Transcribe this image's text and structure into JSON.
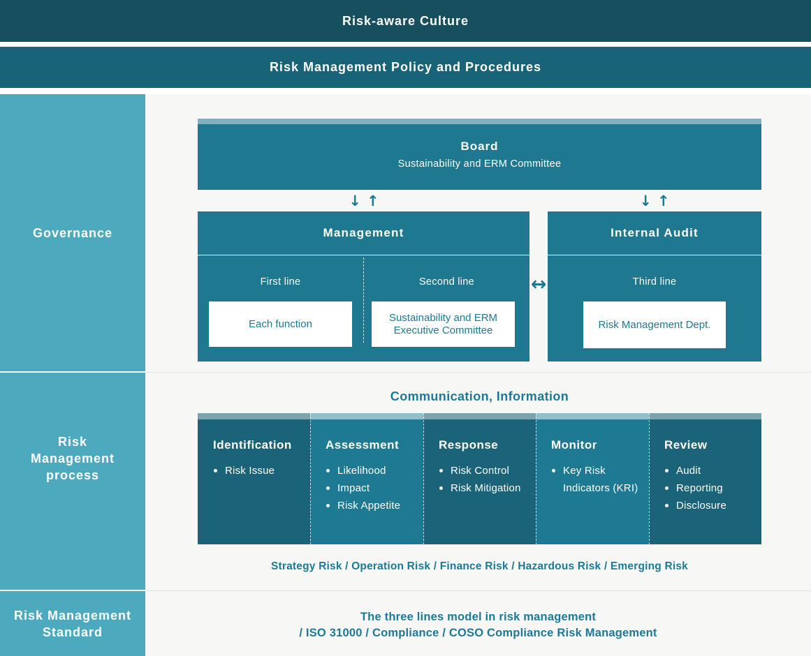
{
  "colors": {
    "top_bar": "#174f5e",
    "policy_bar": "#186377",
    "sidebar": "#4da9be",
    "box_teal": "#1e7890",
    "column_dark": "#1a6378",
    "column_light": "#1e7a93",
    "board_strip": "#7fb0bf",
    "strip_dark": "#7ba4ad",
    "strip_light": "#8fc0cb",
    "content_background": "#f7f7f5",
    "teal_text": "#1d7a96",
    "white": "#ffffff"
  },
  "top_bars": {
    "culture": "Risk-aware Culture",
    "policy": "Risk Management Policy and Procedures"
  },
  "sidebar": {
    "sections": [
      {
        "label": "Governance"
      },
      {
        "label": "Risk\nManagement\nprocess"
      },
      {
        "label": "Risk Management\nStandard"
      }
    ]
  },
  "icons": {
    "down_arrow": "↓",
    "up_arrow": "↑",
    "left_right_arrow": "↔"
  },
  "governance": {
    "board": {
      "title": "Board",
      "subtitle": "Sustainability and ERM Committee"
    },
    "management": {
      "title": "Management",
      "first_line_label": "First line",
      "first_line_box": "Each function",
      "second_line_label": "Second line",
      "second_line_box": "Sustainability and ERM\nExecutive Committee"
    },
    "internal_audit": {
      "title": "Internal Audit",
      "third_line_label": "Third line",
      "third_line_box": "Risk Management Dept."
    }
  },
  "process": {
    "heading": "Communication, Information",
    "columns": [
      {
        "title": "Identification",
        "shade": "dark",
        "items": [
          "Risk Issue"
        ]
      },
      {
        "title": "Assessment",
        "shade": "light",
        "items": [
          "Likelihood",
          "Impact",
          "Risk Appetite"
        ]
      },
      {
        "title": "Response",
        "shade": "dark",
        "items": [
          "Risk Control",
          "Risk Mitigation"
        ]
      },
      {
        "title": "Monitor",
        "shade": "light",
        "items": [
          "Key Risk Indicators (KRI)"
        ]
      },
      {
        "title": "Review",
        "shade": "dark",
        "items": [
          "Audit",
          "Reporting",
          "Disclosure"
        ]
      }
    ],
    "risk_types": "Strategy Risk / Operation Risk / Finance Risk / Hazardous Risk / Emerging Risk"
  },
  "standard": {
    "line1": "The three lines model in risk management",
    "line2": "/ ISO 31000 / Compliance / COSO Compliance Risk Management"
  }
}
